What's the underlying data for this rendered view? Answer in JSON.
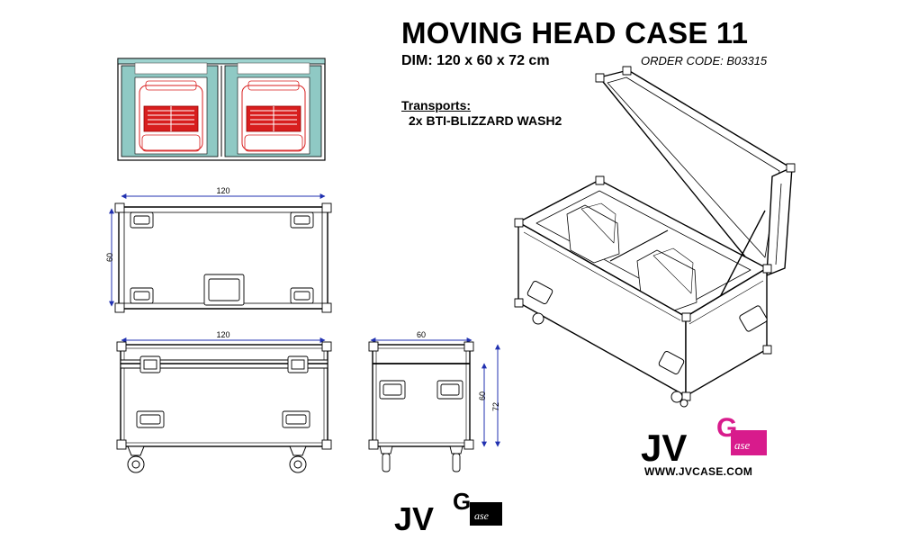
{
  "header": {
    "title": "MOVING HEAD CASE 11",
    "dimensions": "DIM: 120 x 60 x 72 cm",
    "order_code": "ORDER CODE: B03315"
  },
  "transports": {
    "label": "Transports:",
    "item": "2x BTI-BLIZZARD WASH2"
  },
  "drawings": {
    "top_view": {
      "width_label": "120",
      "depth_label": "60"
    },
    "front_view": {
      "width_label": "120"
    },
    "side_view": {
      "depth_label": "60",
      "height_inner_label": "60",
      "height_total_label": "72"
    }
  },
  "brand": {
    "name": "JV",
    "case_word": "ase",
    "url": "WWW.JVCASE.COM",
    "accent_color": "#d81b8c"
  },
  "colors": {
    "foam": "#8fc9c4",
    "fixture": "#d81e1e"
  }
}
